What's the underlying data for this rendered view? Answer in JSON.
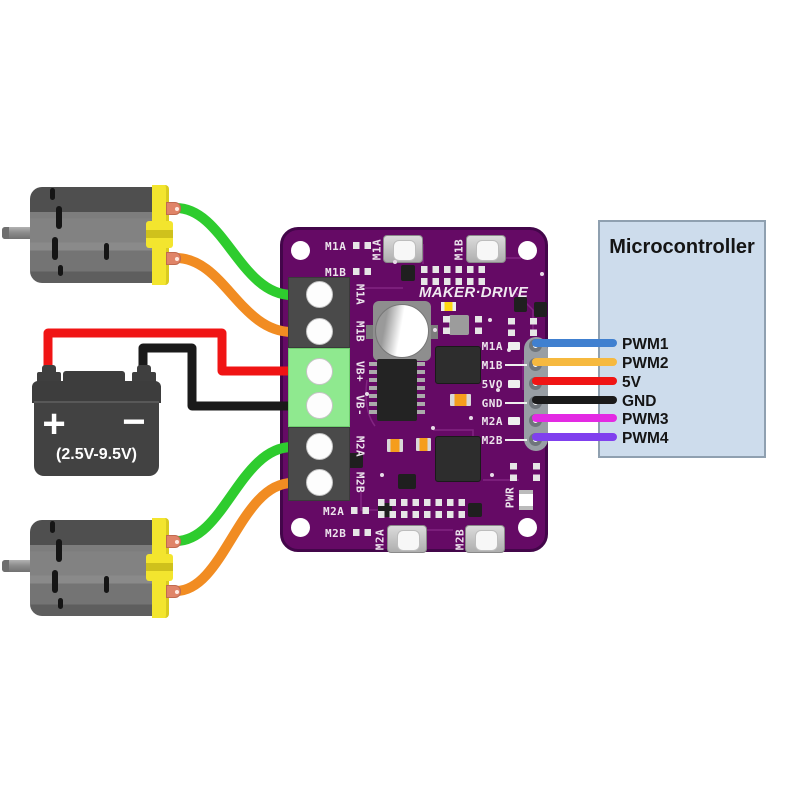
{
  "palette": {
    "board_purple": "#650a65",
    "board_edge": "#43064a",
    "terminal_block_dark": "#4a4a4a",
    "terminal_block_green": "#8fe98f",
    "motor_cap_yellow": "#f3e52e",
    "mcu_background": "#cddcec",
    "mcu_border": "#8fa0b0"
  },
  "wires": {
    "motor_green": "#2ecc2e",
    "motor_orange": "#f18c22",
    "battery_positive_red": "#f01414",
    "battery_negative_black": "#1a1a1a"
  },
  "microcontroller": {
    "title": "Microcontroller",
    "pins": [
      {
        "label": "PWM1",
        "wire_color": "#4080d0"
      },
      {
        "label": "PWM2",
        "wire_color": "#f6b93f"
      },
      {
        "label": "5V",
        "wire_color": "#f01414"
      },
      {
        "label": "GND",
        "wire_color": "#1a1a1a"
      },
      {
        "label": "PWM3",
        "wire_color": "#e32ae3"
      },
      {
        "label": "PWM4",
        "wire_color": "#8040ee"
      }
    ]
  },
  "board": {
    "silk_name": "MAKER·DRIVE",
    "terminal_labels": [
      "M1A",
      "M1B",
      "VB+",
      "VB-",
      "M2A",
      "M2B"
    ],
    "header_labels": [
      "M1A",
      "M1B",
      "5VO",
      "GND",
      "M2A",
      "M2B"
    ],
    "button_labels": [
      "M1A",
      "M1B",
      "M2A",
      "M2B"
    ],
    "corner_labels_top": [
      "M1A",
      "M1B"
    ],
    "corner_labels_bottom": [
      "M2A",
      "M2B"
    ],
    "pwr_label": "PWR"
  },
  "battery": {
    "positive_symbol": "+",
    "negative_symbol": "−",
    "voltage_range": "(2.5V-9.5V)"
  }
}
